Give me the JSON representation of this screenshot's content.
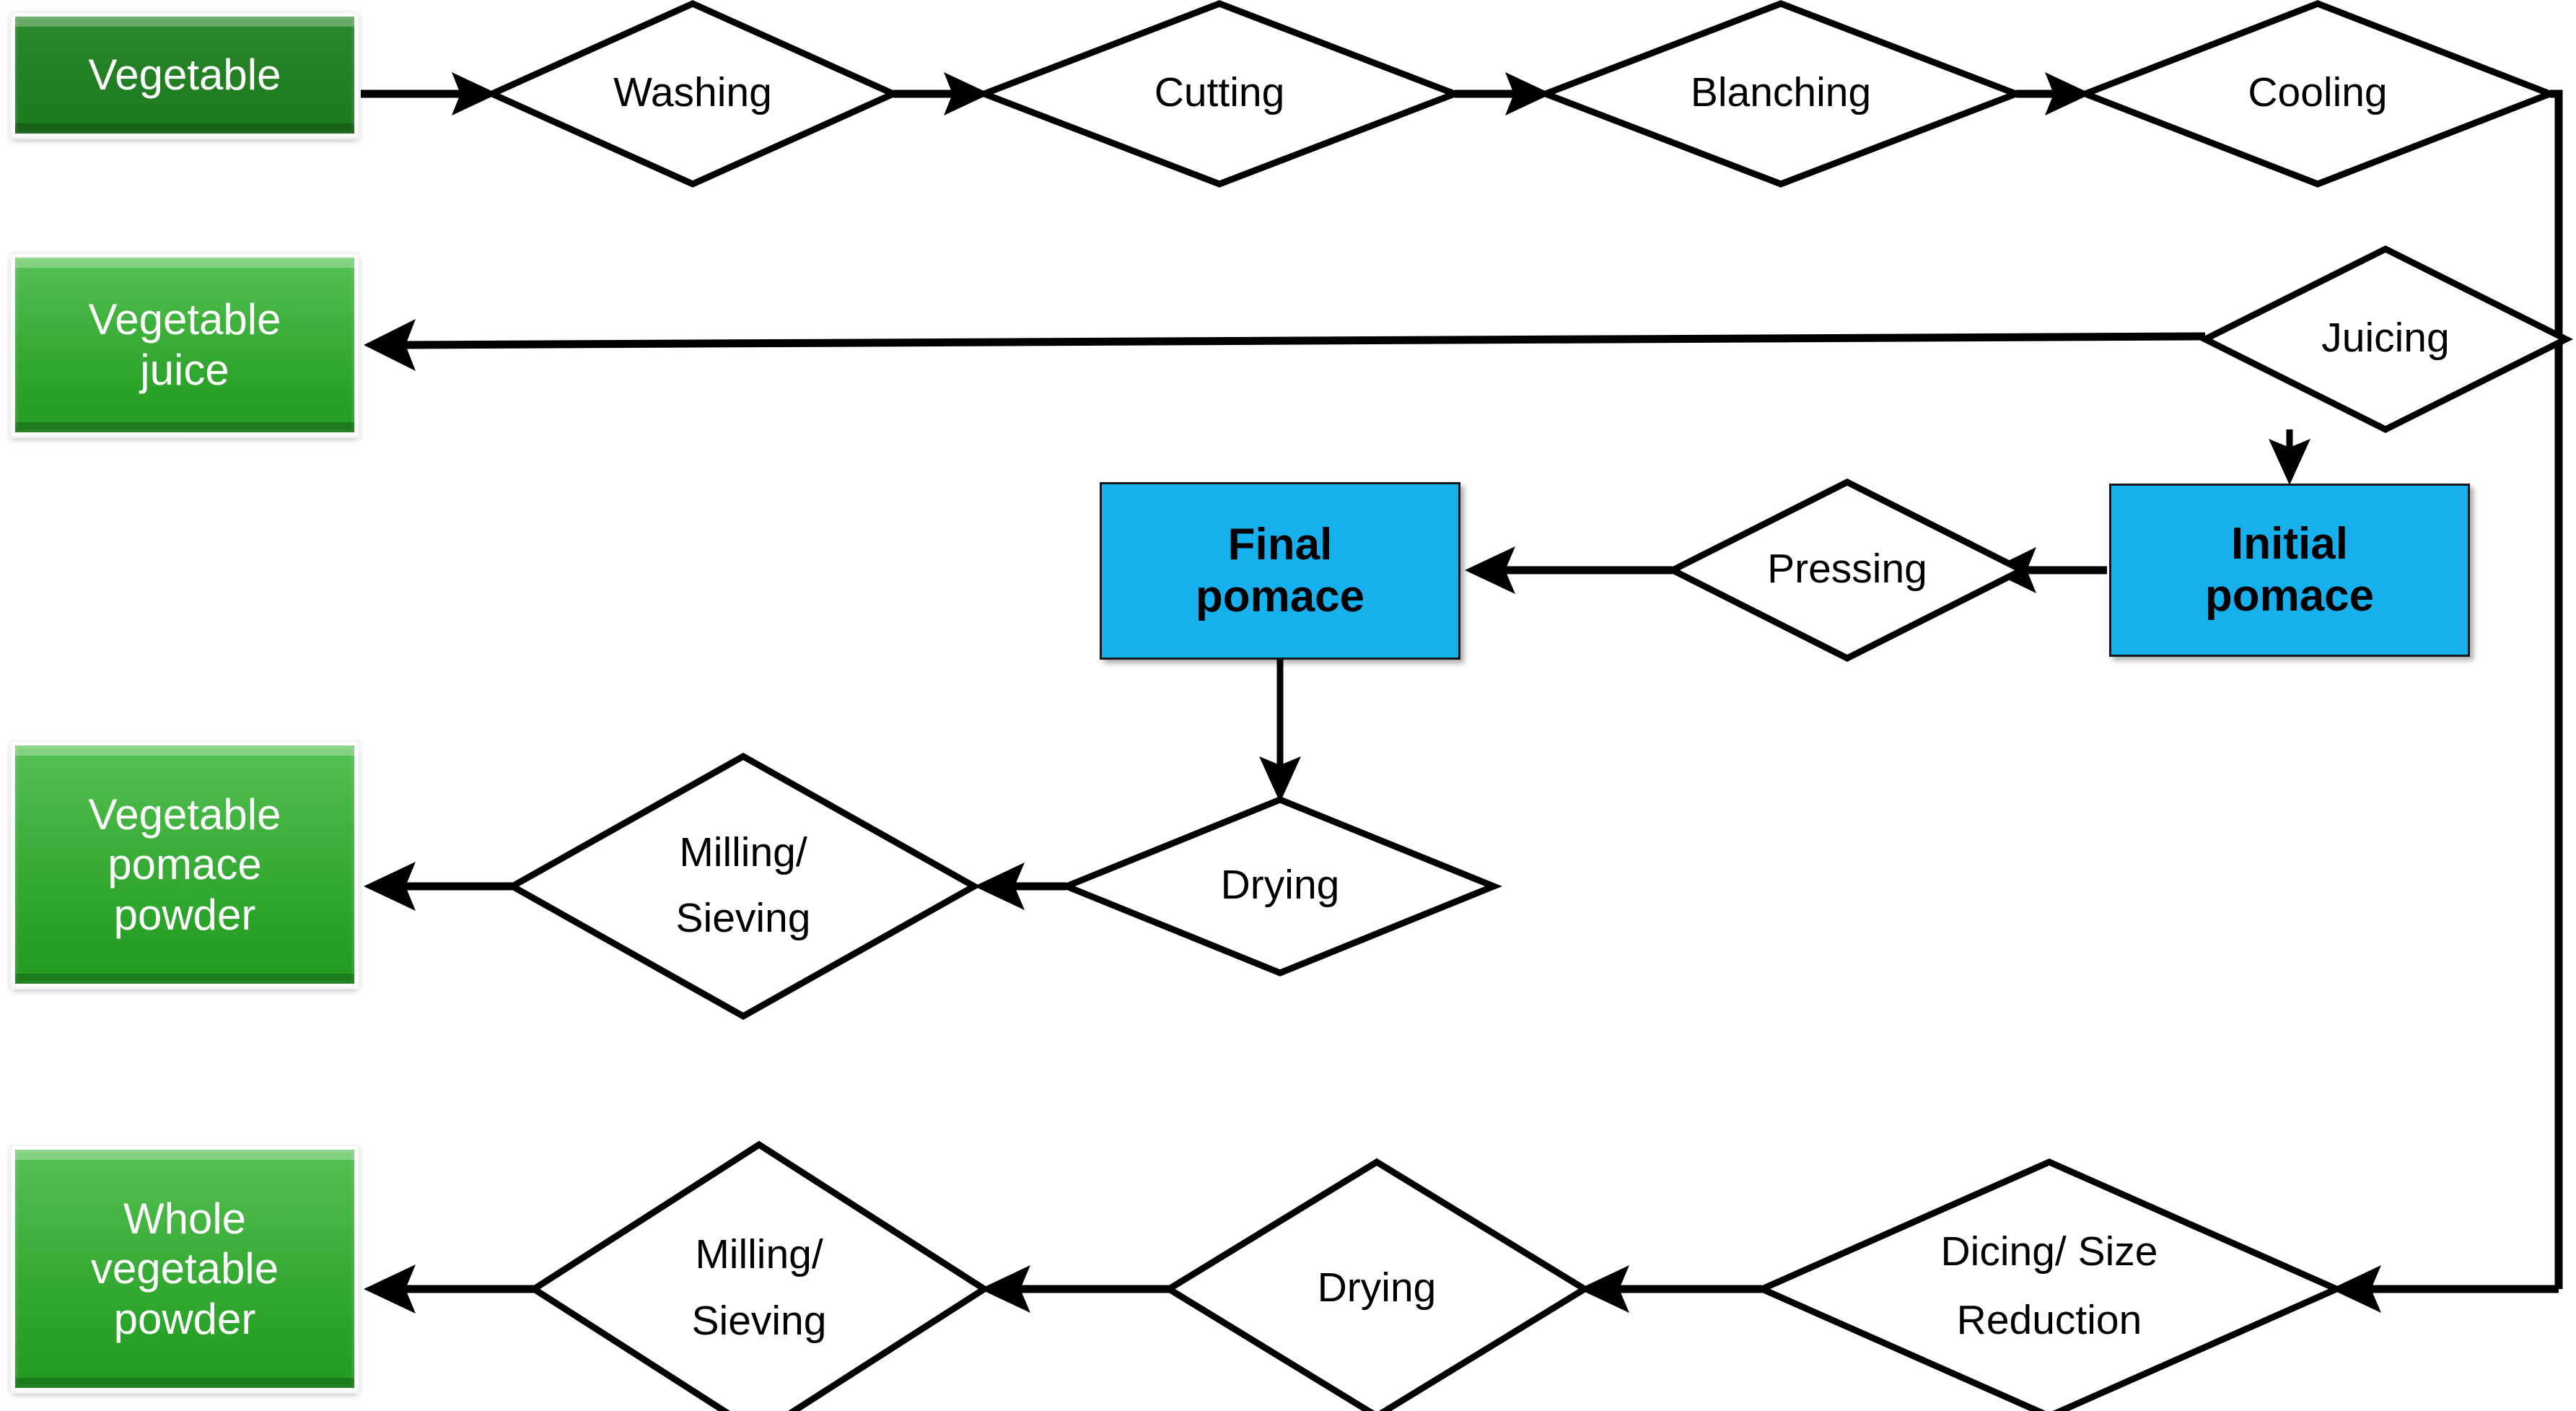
{
  "diagram": {
    "title": "Vegetable processing flowchart",
    "colors": {
      "terminal_dark_green": "#1d7a1d",
      "terminal_light_green": "#3fb03d",
      "intermediate_blue": "#16b0ec",
      "line_black": "#000000",
      "process_fill_white": "#ffffff"
    },
    "boxes": [
      {
        "id": "vegetable",
        "label": "Vegetable",
        "shape": "rectangle",
        "fill": "dark-green"
      },
      {
        "id": "vegetable-juice",
        "label": "Vegetable\njuice",
        "shape": "rectangle",
        "fill": "light-green"
      },
      {
        "id": "vegetable-pomace-pwd",
        "label": "Vegetable\npomace\npowder",
        "shape": "rectangle",
        "fill": "light-green"
      },
      {
        "id": "whole-vegetable-pwd",
        "label": "Whole\nvegetable\npowder",
        "shape": "rectangle",
        "fill": "light-green"
      },
      {
        "id": "initial-pomace",
        "label": "Initial\npomace",
        "shape": "rectangle",
        "fill": "blue"
      },
      {
        "id": "final-pomace",
        "label": "Final\npomace",
        "shape": "rectangle",
        "fill": "blue"
      }
    ],
    "processes": [
      {
        "id": "washing",
        "label": "Washing"
      },
      {
        "id": "cutting",
        "label": "Cutting"
      },
      {
        "id": "blanching",
        "label": "Blanching"
      },
      {
        "id": "cooling",
        "label": "Cooling"
      },
      {
        "id": "juicing",
        "label": "Juicing"
      },
      {
        "id": "pressing",
        "label": "Pressing"
      },
      {
        "id": "drying-pomace",
        "label": "Drying"
      },
      {
        "id": "milling-sieving-pomace",
        "label_line1": "Milling/",
        "label_line2": "Sieving"
      },
      {
        "id": "dicing-size-reduction",
        "label_line1": "Dicing/ Size",
        "label_line2": "Reduction"
      },
      {
        "id": "drying-whole",
        "label": "Drying"
      },
      {
        "id": "milling-sieving-whole",
        "label_line1": "Milling/",
        "label_line2": "Sieving"
      }
    ],
    "edges": [
      {
        "from": "vegetable",
        "to": "washing"
      },
      {
        "from": "washing",
        "to": "cutting"
      },
      {
        "from": "cutting",
        "to": "blanching"
      },
      {
        "from": "blanching",
        "to": "cooling"
      },
      {
        "from": "cooling",
        "to": "juicing"
      },
      {
        "from": "cooling",
        "to": "dicing-size-reduction"
      },
      {
        "from": "juicing",
        "to": "vegetable-juice"
      },
      {
        "from": "juicing",
        "to": "initial-pomace"
      },
      {
        "from": "initial-pomace",
        "to": "pressing"
      },
      {
        "from": "pressing",
        "to": "final-pomace"
      },
      {
        "from": "final-pomace",
        "to": "drying-pomace"
      },
      {
        "from": "drying-pomace",
        "to": "milling-sieving-pomace"
      },
      {
        "from": "milling-sieving-pomace",
        "to": "vegetable-pomace-pwd"
      },
      {
        "from": "dicing-size-reduction",
        "to": "drying-whole"
      },
      {
        "from": "drying-whole",
        "to": "milling-sieving-whole"
      },
      {
        "from": "milling-sieving-whole",
        "to": "whole-vegetable-pwd"
      }
    ]
  }
}
